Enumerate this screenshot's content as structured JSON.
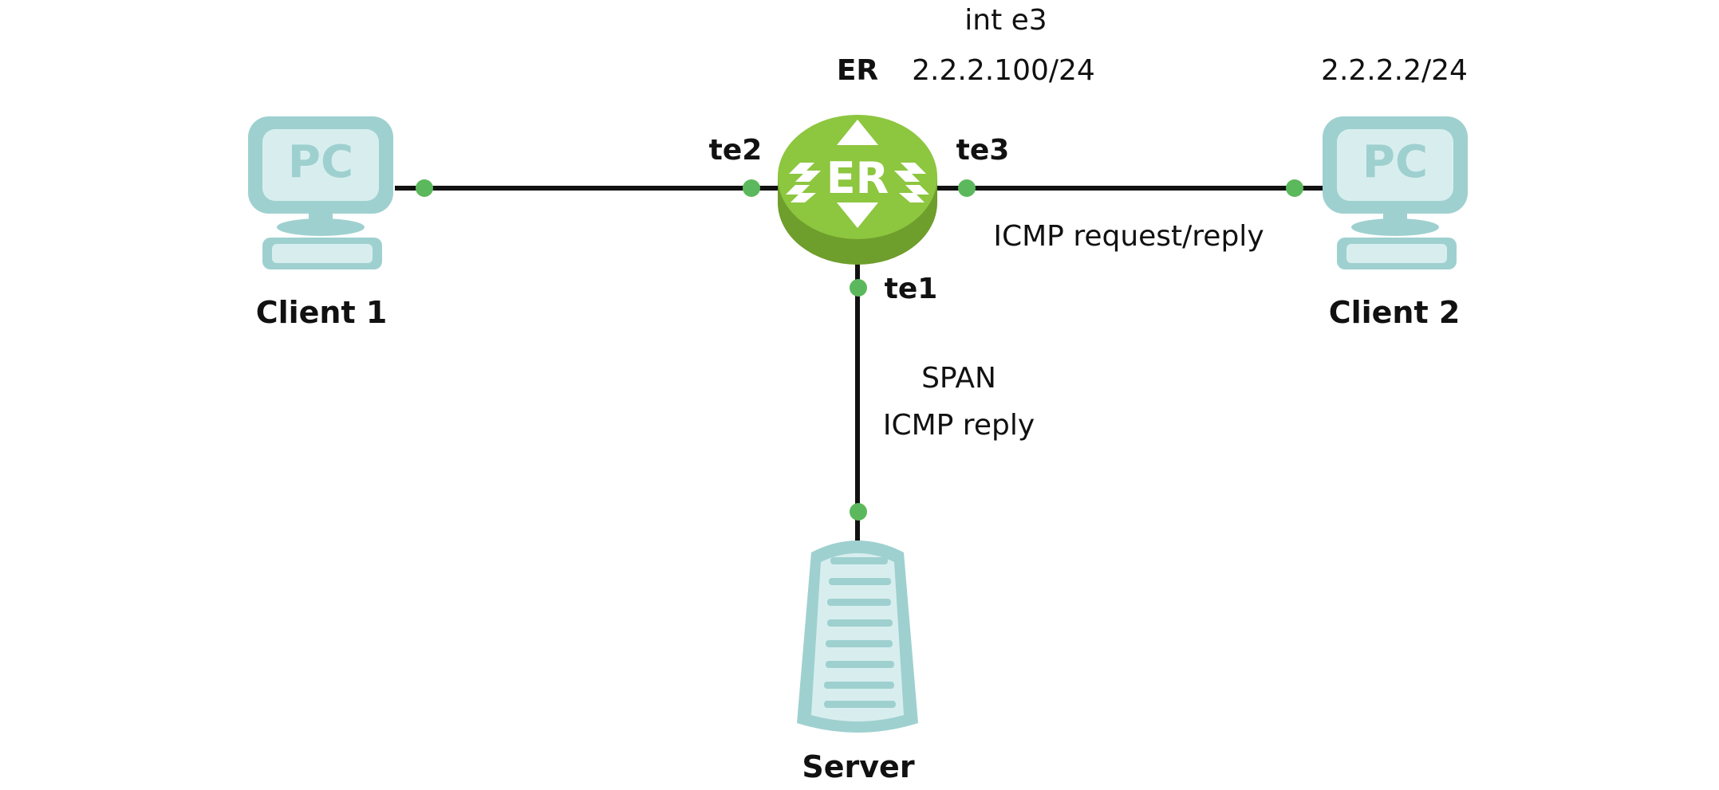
{
  "router": {
    "name": "ER",
    "logo_text": "ER",
    "interface_name": "int e3",
    "interface_ip": "2.2.2.100/24"
  },
  "ports": {
    "te1": "te1",
    "te2": "te2",
    "te3": "te3"
  },
  "client1": {
    "name": "Client 1",
    "screen_text": "PC"
  },
  "client2": {
    "name": "Client 2",
    "screen_text": "PC",
    "ip": "2.2.2.2/24"
  },
  "server": {
    "name": "Server"
  },
  "links": {
    "er_client2_label": "ICMP request/reply",
    "er_server_label_line1": "SPAN",
    "er_server_label_line2": "ICMP reply"
  },
  "colors": {
    "link": "#111111",
    "port_dot": "#5cb85c",
    "device_teal": "#9fd0d0",
    "device_light": "#d8eeee",
    "router_green": "#8dc63f",
    "router_dark": "#6e9e2c"
  },
  "icons": {
    "pc": "pc-icon",
    "router": "router-icon",
    "server": "server-icon"
  }
}
